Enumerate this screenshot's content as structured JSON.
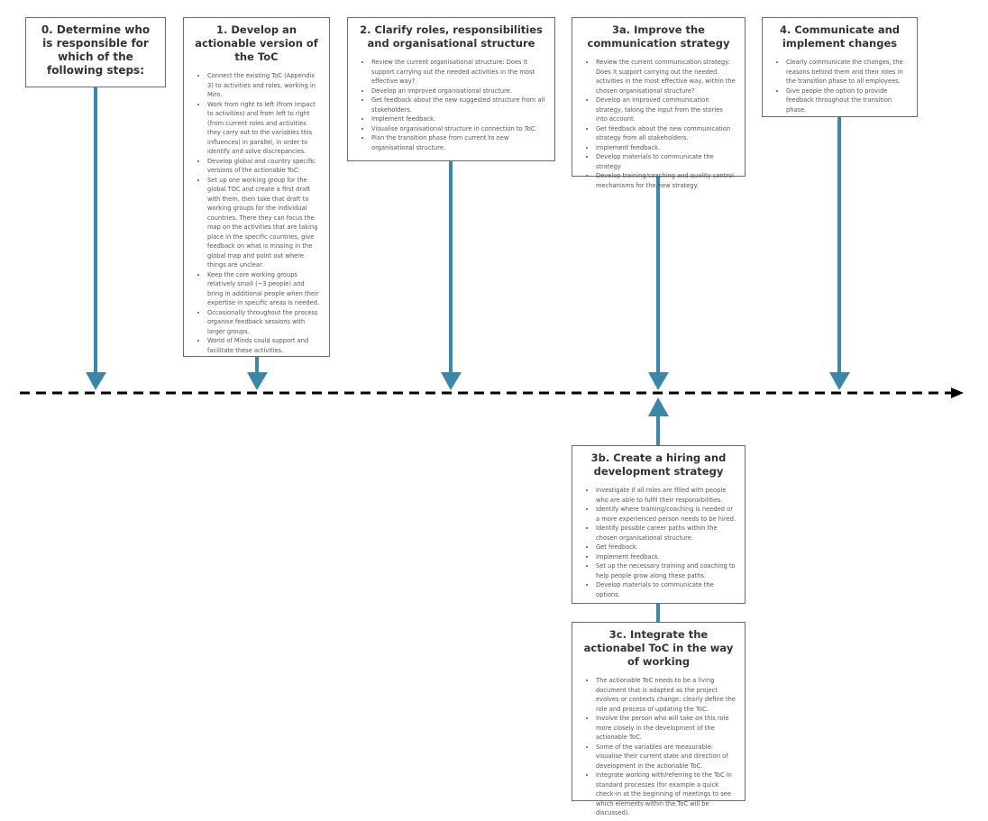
{
  "colors": {
    "connector": "#3b87aa",
    "arrowhead": "#3b87aa",
    "timeline": "#000000",
    "border": "#6b6b6b",
    "title_text": "#333333",
    "body_text": "#555555"
  },
  "steps": {
    "s0": {
      "title": "0. Determine who is responsible for which of the following steps:",
      "items": []
    },
    "s1": {
      "title": "1. Develop an actionable version of the ToC",
      "items": [
        "Connect the existing ToC  (Appendix 3) to activities and roles, working in Miro.",
        "Work from right to left (from impact to activities) and from left to right (from current roles and activities they carry out to the variables this influences) in parallel, in order to identify and solve discrepancies.",
        "Develop global and country specific versions of the actionable ToC:",
        "Set up one working group for the global TOC and create a first draft with them, then take that draft to working groups for the individual countries. There they can focus the map on the  activities that are taking place in the specific countries, give feedback on what is missing in the global map and point out where things are unclear.",
        "Keep the core working groups relatively small (~3  people) and bring in additional people when their expertise in specific areas is needed.",
        "Occasionally throughout the process organise  feedback sessions with larger groups.",
        "World of Minds could support and facilitate these activities."
      ]
    },
    "s2": {
      "title": "2. Clarify roles, responsibilities and organisational structure",
      "items": [
        "Review the current organisational structure: Does it support carrying out the needed activities in the most effective way?",
        "Develop an improved organisational structure.",
        "Get feedback about the new suggested structure from all stakeholders.",
        "Implement feedback.",
        "Visualise organisational structure in connection to ToC.",
        "Plan the transition phase from current to new organisational structure."
      ]
    },
    "s3a": {
      "title": "3a. Improve the communication strategy",
      "items": [
        "Review the current communication strategy: Does it support carrying out the needed. activities in the most effective way, within the chosen organisational structure?",
        "Develop an improved communication strategy, taking the input from the stories into account.",
        "Get feedback about the new communication strategy from all stakeholders.",
        "Implement feedback.",
        "Develop materials to communicate the strategy",
        "Develop training/coaching and quality control mechanisms for the new strategy."
      ]
    },
    "s4": {
      "title": "4. Communicate and implement changes",
      "items": [
        "Clearly communicate the changes, the reasons behind them and their roles in the transition phase to all employees.",
        "Give people the option to provide feedback throughout the transition phase."
      ]
    },
    "s3b": {
      "title": "3b. Create a hiring and development strategy",
      "items": [
        "Investigate if all roles are filled with people who are able to fulfil their responsibilities.",
        "Identify where training/coaching is needed or a more experienced person needs to be hired.",
        "Identify possible career paths within the chosen organisational structure.",
        "Get feedback.",
        "Implement feedback.",
        "Set up the necessary training and coaching to help people grow along these paths.",
        "Develop materials to communicate the options."
      ]
    },
    "s3c": {
      "title": "3c. Integrate the actionabel ToC in the way of working",
      "items": [
        "The actionable ToC needs to be a living document that is adapted as the  project evolves or contexts change: clearly define the role and process of updating the ToC.",
        "Involve the person who will take on this role more closely in the development of the actionable ToC.",
        "Some of the variables are measurable: visualise their current state and direction of development in the actionable ToC.",
        "Integrate working with/referring to the ToC in standard processes (for example a quick check-in at the  beginning of meetings to see which elements within the ToC will be  discussed)."
      ]
    }
  }
}
